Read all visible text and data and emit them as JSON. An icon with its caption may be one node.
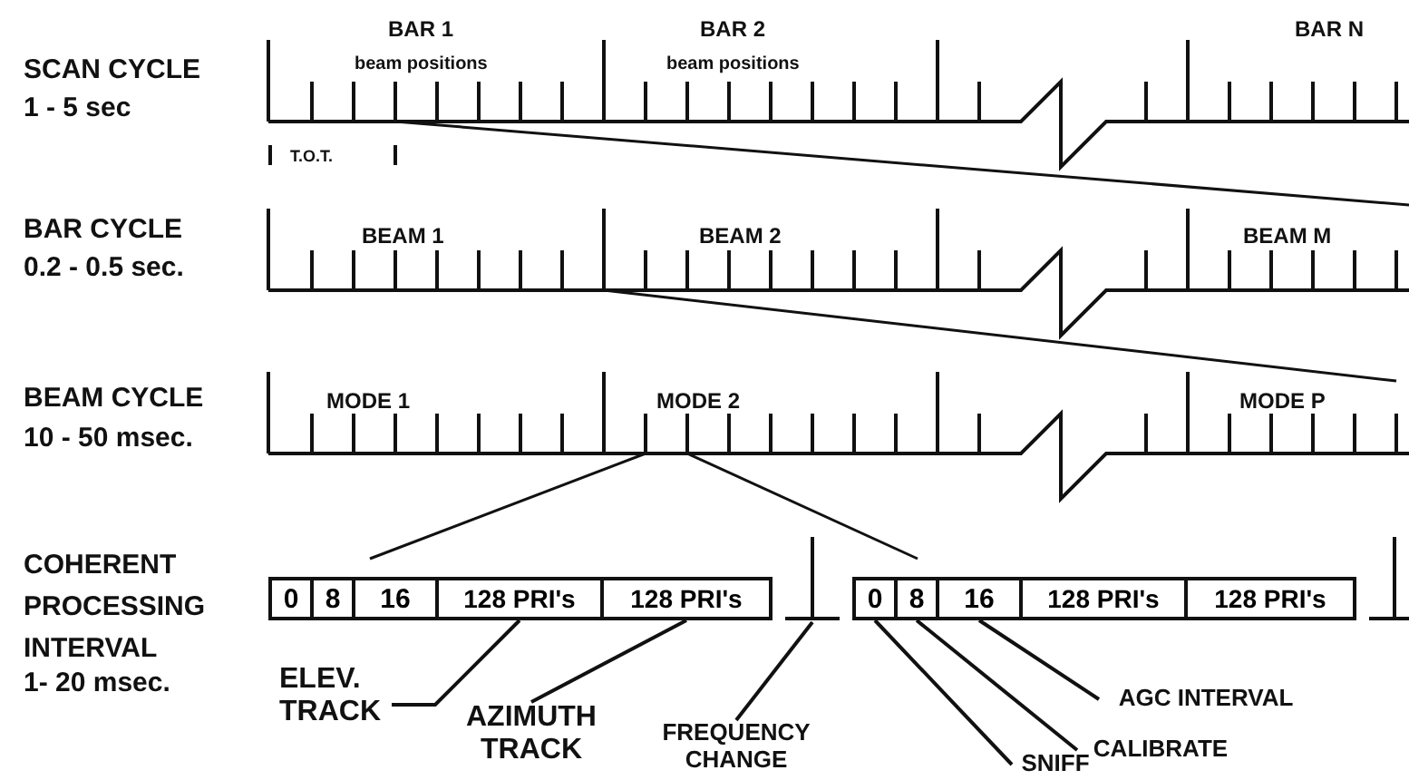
{
  "diagram": {
    "nodes": [
      {
        "text": [
          "0"
        ]
      },
      {
        "text": [
          "8"
        ]
      },
      {
        "text": [
          "16"
        ]
      },
      {
        "text": [
          "128 PRI's"
        ]
      },
      {
        "text": [
          "128 PRI's"
        ]
      },
      {
        "text": [],
        "shape": "bar"
      },
      {
        "text": [
          "0"
        ]
      },
      {
        "text": [
          "8"
        ]
      },
      {
        "text": [
          "16"
        ]
      },
      {
        "text": [
          "128 PRI's"
        ]
      },
      {
        "text": [
          "128 PRI's"
        ]
      },
      {
        "text": [
          "ELEV. TRACK"
        ]
      },
      {
        "text": [
          "AZIMUTH TRACK"
        ]
      },
      {
        "text": [
          "FREQUENCY CHANGE"
        ]
      },
      {
        "text": [
          "AGC INTERVAL"
        ]
      },
      {
        "text": [
          "CALIBRATE"
        ]
      },
      {
        "text": [
          "SNIFF"
        ]
      }
    ],
    "edges": [
      {
        "from": 11,
        "to": 3,
        "arrow": "none"
      },
      {
        "from": 12,
        "to": 4,
        "arrow": "none"
      },
      {
        "from": 13,
        "to": 5,
        "arrow": "none"
      },
      {
        "from": 14,
        "to": 8,
        "arrow": "none"
      },
      {
        "from": 15,
        "to": 7,
        "arrow": "none"
      },
      {
        "from": 16,
        "to": 6,
        "arrow": "none"
      }
    ],
    "labels": [
      "BAR 1",
      "beam positions",
      "BAR 2",
      "beam positions",
      "BAR N",
      "SCAN CYCLE",
      "1 - 5 sec",
      "T.O.T.",
      "BAR CYCLE",
      "0.2 - 0.5 sec.",
      "BEAM 1",
      "BEAM 2",
      "BEAM M",
      "BEAM CYCLE",
      "10 - 50 msec.",
      "MODE 1",
      "MODE 2",
      "MODE P",
      "COHERENT PROCESSING INTERVAL",
      "1- 20 msec."
    ]
  }
}
